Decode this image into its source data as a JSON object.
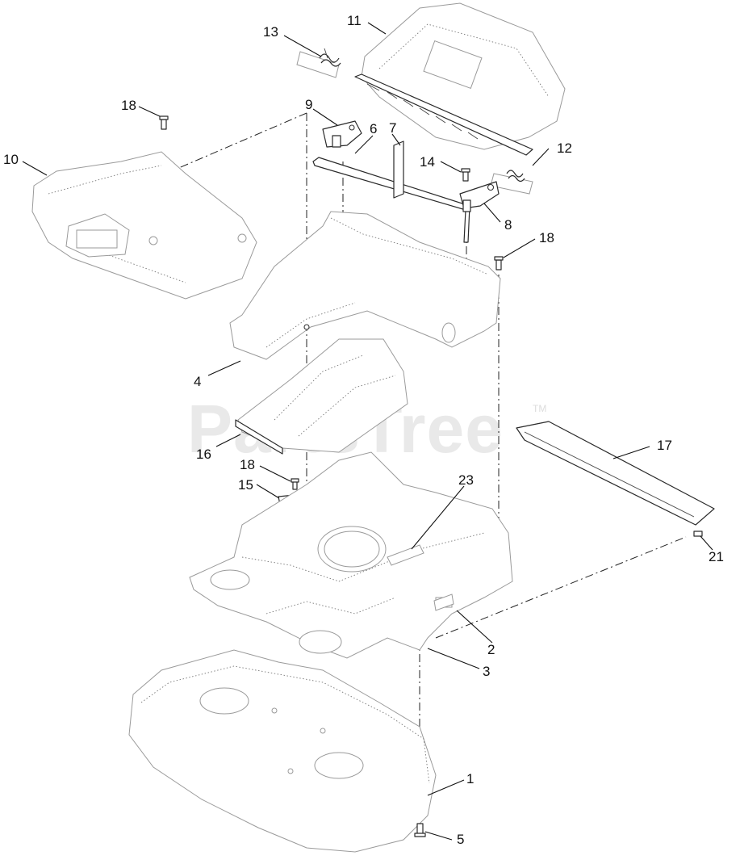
{
  "watermark": {
    "text": "PartsTree",
    "trademark": "TM"
  },
  "callouts": {
    "c1": "1",
    "c2": "2",
    "c3": "3",
    "c4": "4",
    "c5": "5",
    "c6": "6",
    "c7": "7",
    "c8": "8",
    "c9": "9",
    "c10": "10",
    "c11": "11",
    "c12": "12",
    "c13": "13",
    "c14": "14",
    "c15": "15",
    "c16": "16",
    "c17": "17",
    "c18a": "18",
    "c18b": "18",
    "c18c": "18",
    "c21": "21",
    "c23": "23"
  }
}
